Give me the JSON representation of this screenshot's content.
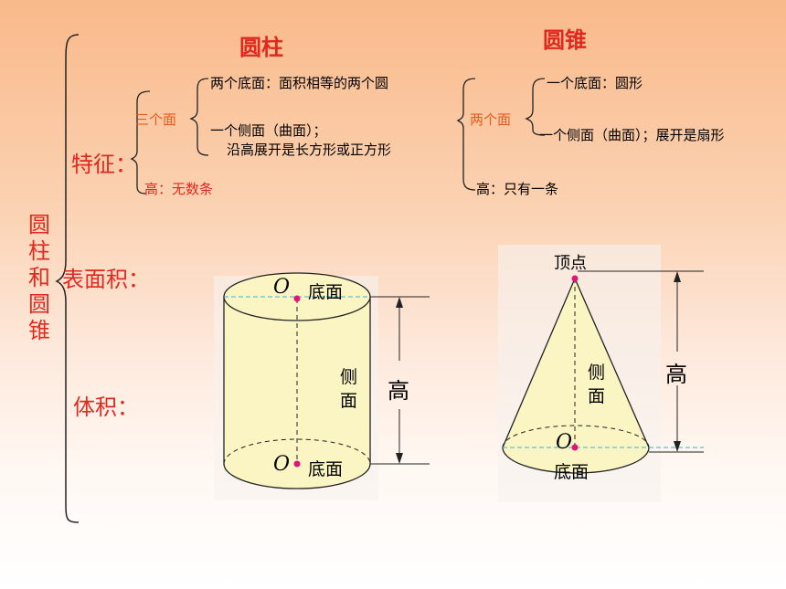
{
  "main_title_chars": [
    "圆",
    "柱",
    "和",
    "圆",
    "锥"
  ],
  "cylinder": {
    "title": "圆柱",
    "group_label": "三个面",
    "base_faces": "两个底面：面积相等的两个圆",
    "side_face_line1": "一个侧面（曲面）；",
    "side_face_line2": "沿高展开是长方形或正方形",
    "height": "高：无数条",
    "fig_center_top": "O",
    "fig_base_top": "底面",
    "fig_side": [
      "侧",
      "面"
    ],
    "fig_height": "高",
    "fig_center_bottom": "O",
    "fig_base_bottom": "底面"
  },
  "cone": {
    "title": "圆锥",
    "group_label": "两个面",
    "base_face": "一个底面：圆形",
    "side_face": "一个侧面（曲面）；展开是扇形",
    "height": "高：只有一条",
    "fig_apex": "顶点",
    "fig_side": [
      "侧",
      "面"
    ],
    "fig_height": "高",
    "fig_center": "O",
    "fig_base": "底面"
  },
  "sections": {
    "features": "特征：",
    "surface_area": "表面积：",
    "volume": "体积："
  },
  "colors": {
    "accent_red": "#e0281f",
    "figure_fill": "#fbf5c4",
    "dash_cyan": "#33b3d6",
    "center_dot": "#e0157a"
  }
}
